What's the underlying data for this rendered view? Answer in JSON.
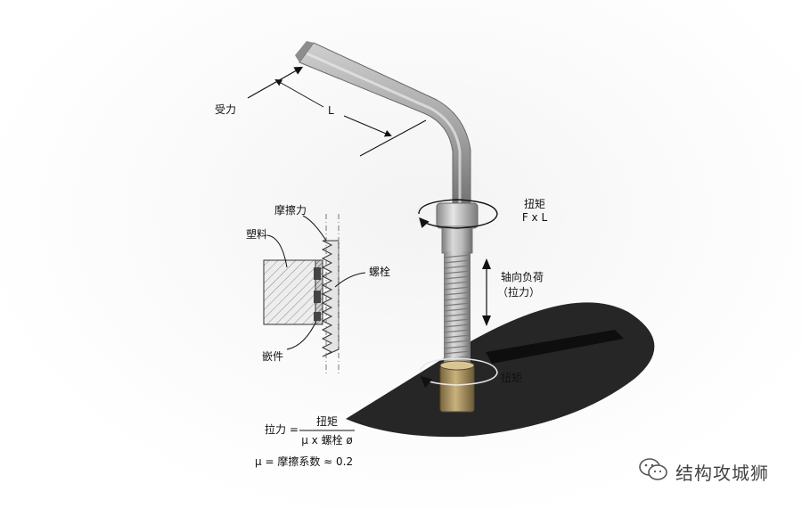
{
  "labels": {
    "force": "受力",
    "length": "L",
    "torque_top": "扭矩",
    "torque_formula": "F x L",
    "axial_load": "轴向负荷",
    "axial_load_paren": "（拉力）",
    "friction_force": "摩擦力",
    "plastic": "塑料",
    "bolt": "螺栓",
    "insert": "嵌件",
    "torque_bottom": "扭矩"
  },
  "formula": {
    "lhs": "拉力 =",
    "numerator": "扭矩",
    "denominator": "μ x 螺栓 ø",
    "mu_def": "μ = 摩擦系数 ≈ 0.2"
  },
  "watermark": {
    "text": "结构攻城狮",
    "icon": "wechat-icon"
  },
  "colors": {
    "ground": "#2a2a2a",
    "metal": "#a9a9a9",
    "insert_brass": "#b59d6a",
    "hatch": "#555555"
  }
}
